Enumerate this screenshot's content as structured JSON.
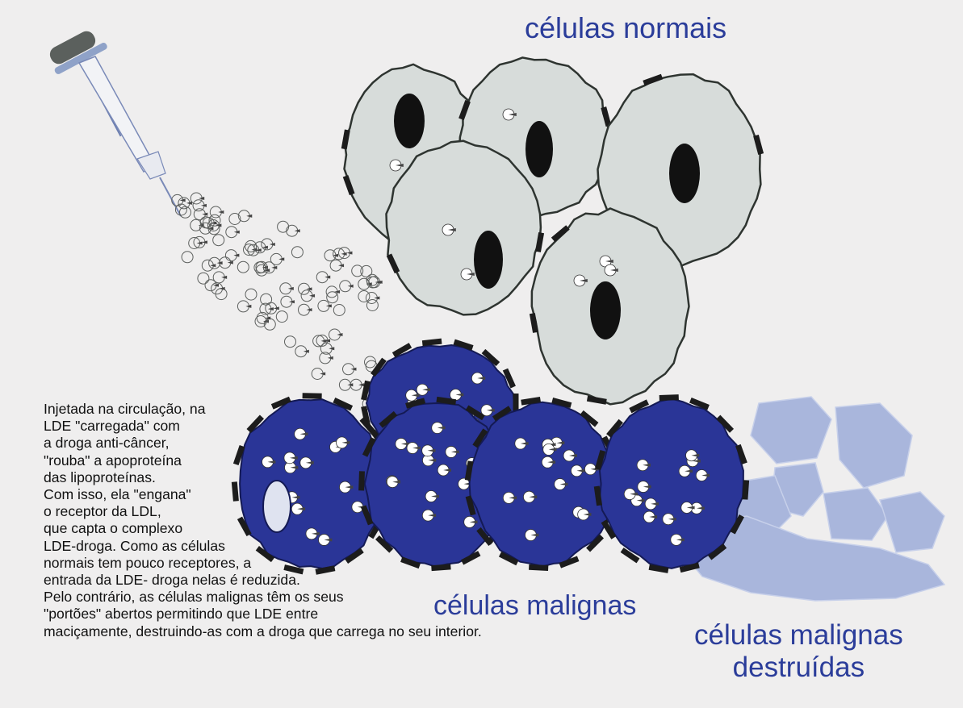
{
  "labels": {
    "normal_cells": "células normais",
    "malignant_cells": "células malignas",
    "destroyed_line1": "células malignas",
    "destroyed_line2": "destruídas"
  },
  "caption_lines": [
    "Injetada na circulação, na",
    "LDE \"carregada\" com",
    "a droga anti-câncer,",
    "\"rouba\" a apoproteína",
    "das lipoproteínas.",
    "Com isso, ela \"engana\"",
    "o receptor da LDL,",
    "que capta o complexo",
    "LDE-droga. Como as células",
    "normais tem pouco receptores, a",
    "entrada da LDE- droga nelas é reduzida.",
    "Pelo contrário, as células malignas têm os seus",
    "\"portões\" abertos permitindo que LDE entre",
    "maciçamente, destruindo-as com a droga que carrega no seu interior."
  ],
  "colors": {
    "normal_cell_fill": "#d7dcda",
    "malignant_cell_fill": "#2a3597",
    "destroyed_fill": "#a9b6dc",
    "label_blue": "#2b3d9a",
    "receptor": "#1c1c1c",
    "nucleus": "#111111"
  },
  "icons": [
    "syringe-icon",
    "lde-particle-icon",
    "receptor-icon",
    "nucleus-icon"
  ]
}
